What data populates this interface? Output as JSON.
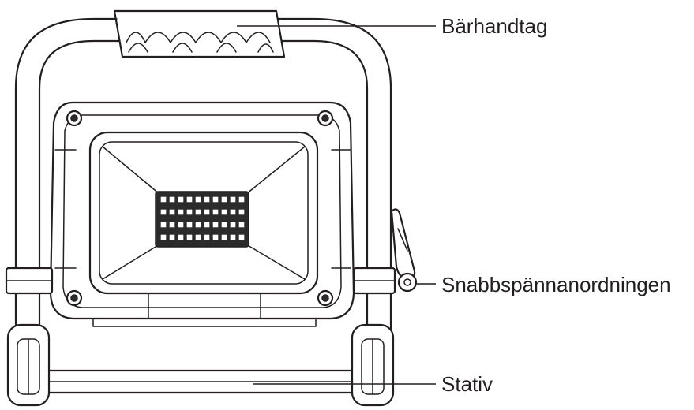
{
  "labels": {
    "handle": "Bärhandtag",
    "clamp": "Snabbspännanordningen",
    "stand": "Stativ"
  },
  "colors": {
    "line": "#231f20",
    "background": "#ffffff",
    "led_panel": "#2b2b2b"
  }
}
